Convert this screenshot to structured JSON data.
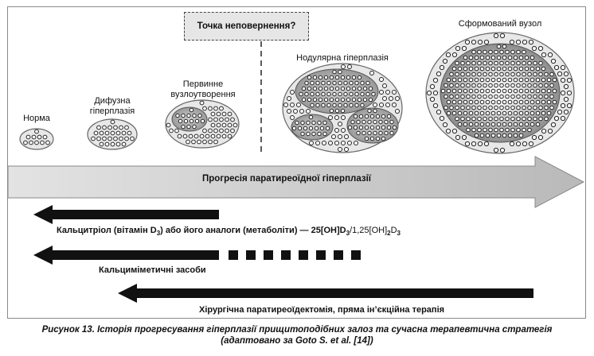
{
  "stages": [
    {
      "id": "norm",
      "label": "Норма"
    },
    {
      "id": "diffuse",
      "label": "Дифузна гіперплазія"
    },
    {
      "id": "primary",
      "label": "Первинне вузлоутворення"
    },
    {
      "id": "nodular",
      "label": "Нодулярна гіперплазія"
    },
    {
      "id": "formed",
      "label": "Сформований вузол"
    }
  ],
  "point_of_no_return": "Точка неповернення?",
  "progression_label": "Прогресія паратиреоїдної гіперплазії",
  "therapies": [
    {
      "id": "calcitriol",
      "label_main": "Кальцитріол (вітамін D",
      "sub1": "3",
      "label_mid": ") або його аналоги (метаболіти) — 25[OH]D",
      "sub2": "3",
      "label_mid2": "/1,25[OH]",
      "sub3": "2",
      "label_end": "D",
      "sub4": "3"
    },
    {
      "id": "calcimimetics",
      "label": "Кальциміметичні засоби"
    },
    {
      "id": "surgery",
      "label": "Хірургічна паратиреоїдектомія, пряма ін’єкційна терапія"
    }
  ],
  "caption": {
    "line1": "Рисунок 13. Історія прогресування гіперплазії прищитоподібних залоз та сучасна терапевтична стратегія",
    "line2": "(адаптовано за Goto S. et al. [14])"
  }
}
